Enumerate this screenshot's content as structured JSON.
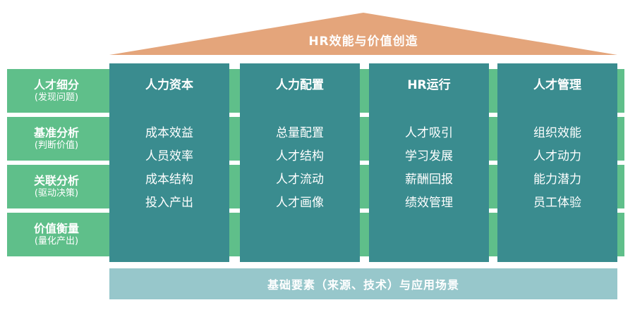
{
  "roof": {
    "label": "HR效能与价值创造",
    "color": "#e4a57b"
  },
  "rows": [
    {
      "title": "人才细分",
      "subtitle": "(发现问题)"
    },
    {
      "title": "基准分析",
      "subtitle": "(判断价值)"
    },
    {
      "title": "关联分析",
      "subtitle": "(驱动决策)"
    },
    {
      "title": "价值衡量",
      "subtitle": "(量化产出)"
    }
  ],
  "pillars": [
    {
      "title": "人力资本",
      "items": [
        "成本效益",
        "人员效率",
        "成本结构",
        "投入产出"
      ]
    },
    {
      "title": "人力配置",
      "items": [
        "总量配置",
        "人才结构",
        "人才流动",
        "人才画像"
      ]
    },
    {
      "title": "HR运行",
      "items": [
        "人才吸引",
        "学习发展",
        "薪酬回报",
        "绩效管理"
      ]
    },
    {
      "title": "人才管理",
      "items": [
        "组织效能",
        "人才动力",
        "能力潜力",
        "员工体验"
      ]
    }
  ],
  "base": {
    "label": "基础要素（来源、技术）与应用场景"
  },
  "colors": {
    "roof": "#e4a57b",
    "rows": "#5fbf8a",
    "pillars": "#3a8c8f",
    "base": "#97c7cb"
  }
}
